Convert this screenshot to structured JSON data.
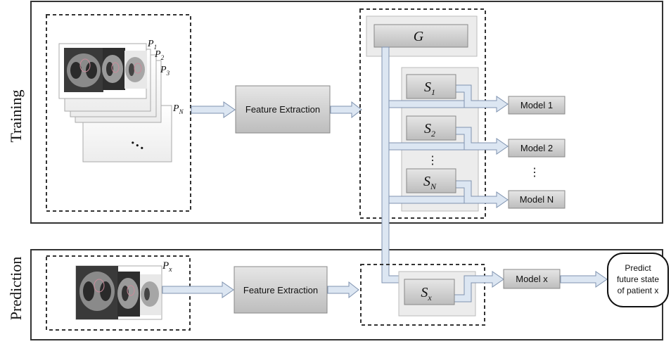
{
  "sections": {
    "training_label": "Training",
    "prediction_label": "Prediction"
  },
  "training": {
    "patients": {
      "labels": [
        "P",
        "P",
        "P",
        "P"
      ],
      "subscripts": [
        "1",
        "2",
        "3",
        "N"
      ],
      "ellipsis": "• • •"
    },
    "feature_extraction": "Feature Extraction",
    "global_model": "G",
    "sub_models": [
      {
        "symbol": "S",
        "sub": "1"
      },
      {
        "symbol": "S",
        "sub": "2"
      },
      {
        "symbol": "S",
        "sub": "N"
      }
    ],
    "vertical_ellipsis": "⋮",
    "models": [
      "Model 1",
      "Model 2",
      "Model N"
    ],
    "models_ellipsis": "⋮"
  },
  "prediction": {
    "patient": {
      "label": "P",
      "sub": "x"
    },
    "feature_extraction": "Feature Extraction",
    "sub_model": {
      "symbol": "S",
      "sub": "x"
    },
    "model": "Model x",
    "output_lines": [
      "Predict",
      "future state",
      "of patient x"
    ]
  },
  "colors": {
    "box_fill": "#c8c8c8",
    "panel_fill": "#ececec",
    "arrow_fill": "#dce6f2",
    "arrow_stroke": "#7f93b0",
    "border": "#333333"
  }
}
